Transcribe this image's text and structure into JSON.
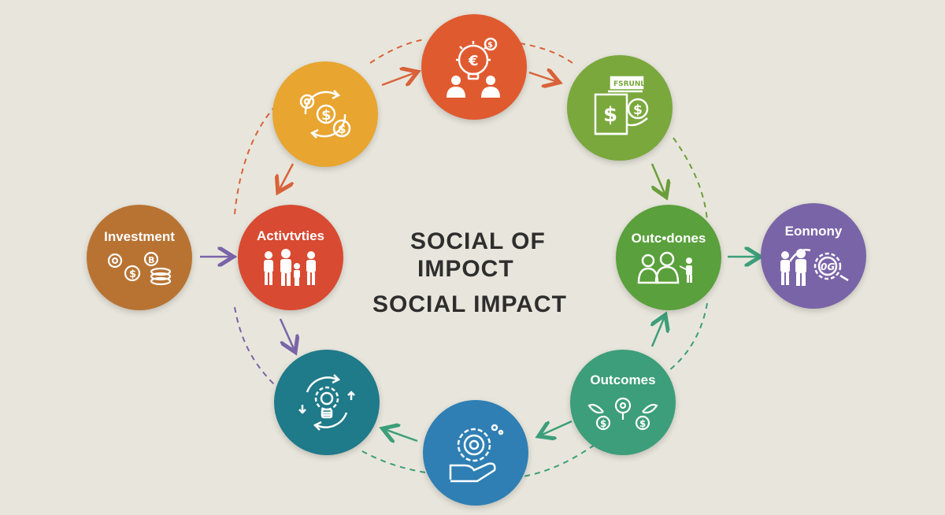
{
  "title": {
    "line1": "SOCIAL OF",
    "line2": "IMPOCT",
    "line3": "SOCIAL IMPACT"
  },
  "nodes": {
    "investment": {
      "label": "Investment",
      "color": "#b87333",
      "icon": "gears-coins-icon"
    },
    "activities": {
      "label": "Activtvties",
      "color": "#d94a32",
      "icon": "people-group-icon"
    },
    "cycle_top_left": {
      "label": "",
      "color": "#e8a530",
      "icon": "money-cycle-icon"
    },
    "cycle_top": {
      "label": "",
      "color": "#e05a30",
      "icon": "idea-people-icon"
    },
    "cycle_top_right": {
      "label": "",
      "color": "#7aa83c",
      "icon": "funding-sign-icon",
      "sign_text": "FSRUNL"
    },
    "outcomes_right": {
      "label": "Outc•dones",
      "color": "#5aa03c",
      "icon": "people-pointing-icon"
    },
    "economy": {
      "label": "Eonnony",
      "color": "#7a64a8",
      "icon": "people-gear-icon",
      "gear_text": "0G"
    },
    "outcomes_bottom": {
      "label": "Outcomes",
      "color": "#3c9e7a",
      "icon": "plant-coins-icon"
    },
    "cycle_bottom": {
      "label": "",
      "color": "#2f7fb4",
      "icon": "hand-gear-icon"
    },
    "cycle_bottom_left": {
      "label": "",
      "color": "#1f7a8a",
      "icon": "gear-bulb-cycle-icon"
    }
  },
  "colors": {
    "background": "#e8e6dc",
    "arrow_red": "#d9623a",
    "arrow_green": "#6a9e3a",
    "arrow_purple": "#7a64a8",
    "arrow_teal": "#3c9e7a"
  }
}
